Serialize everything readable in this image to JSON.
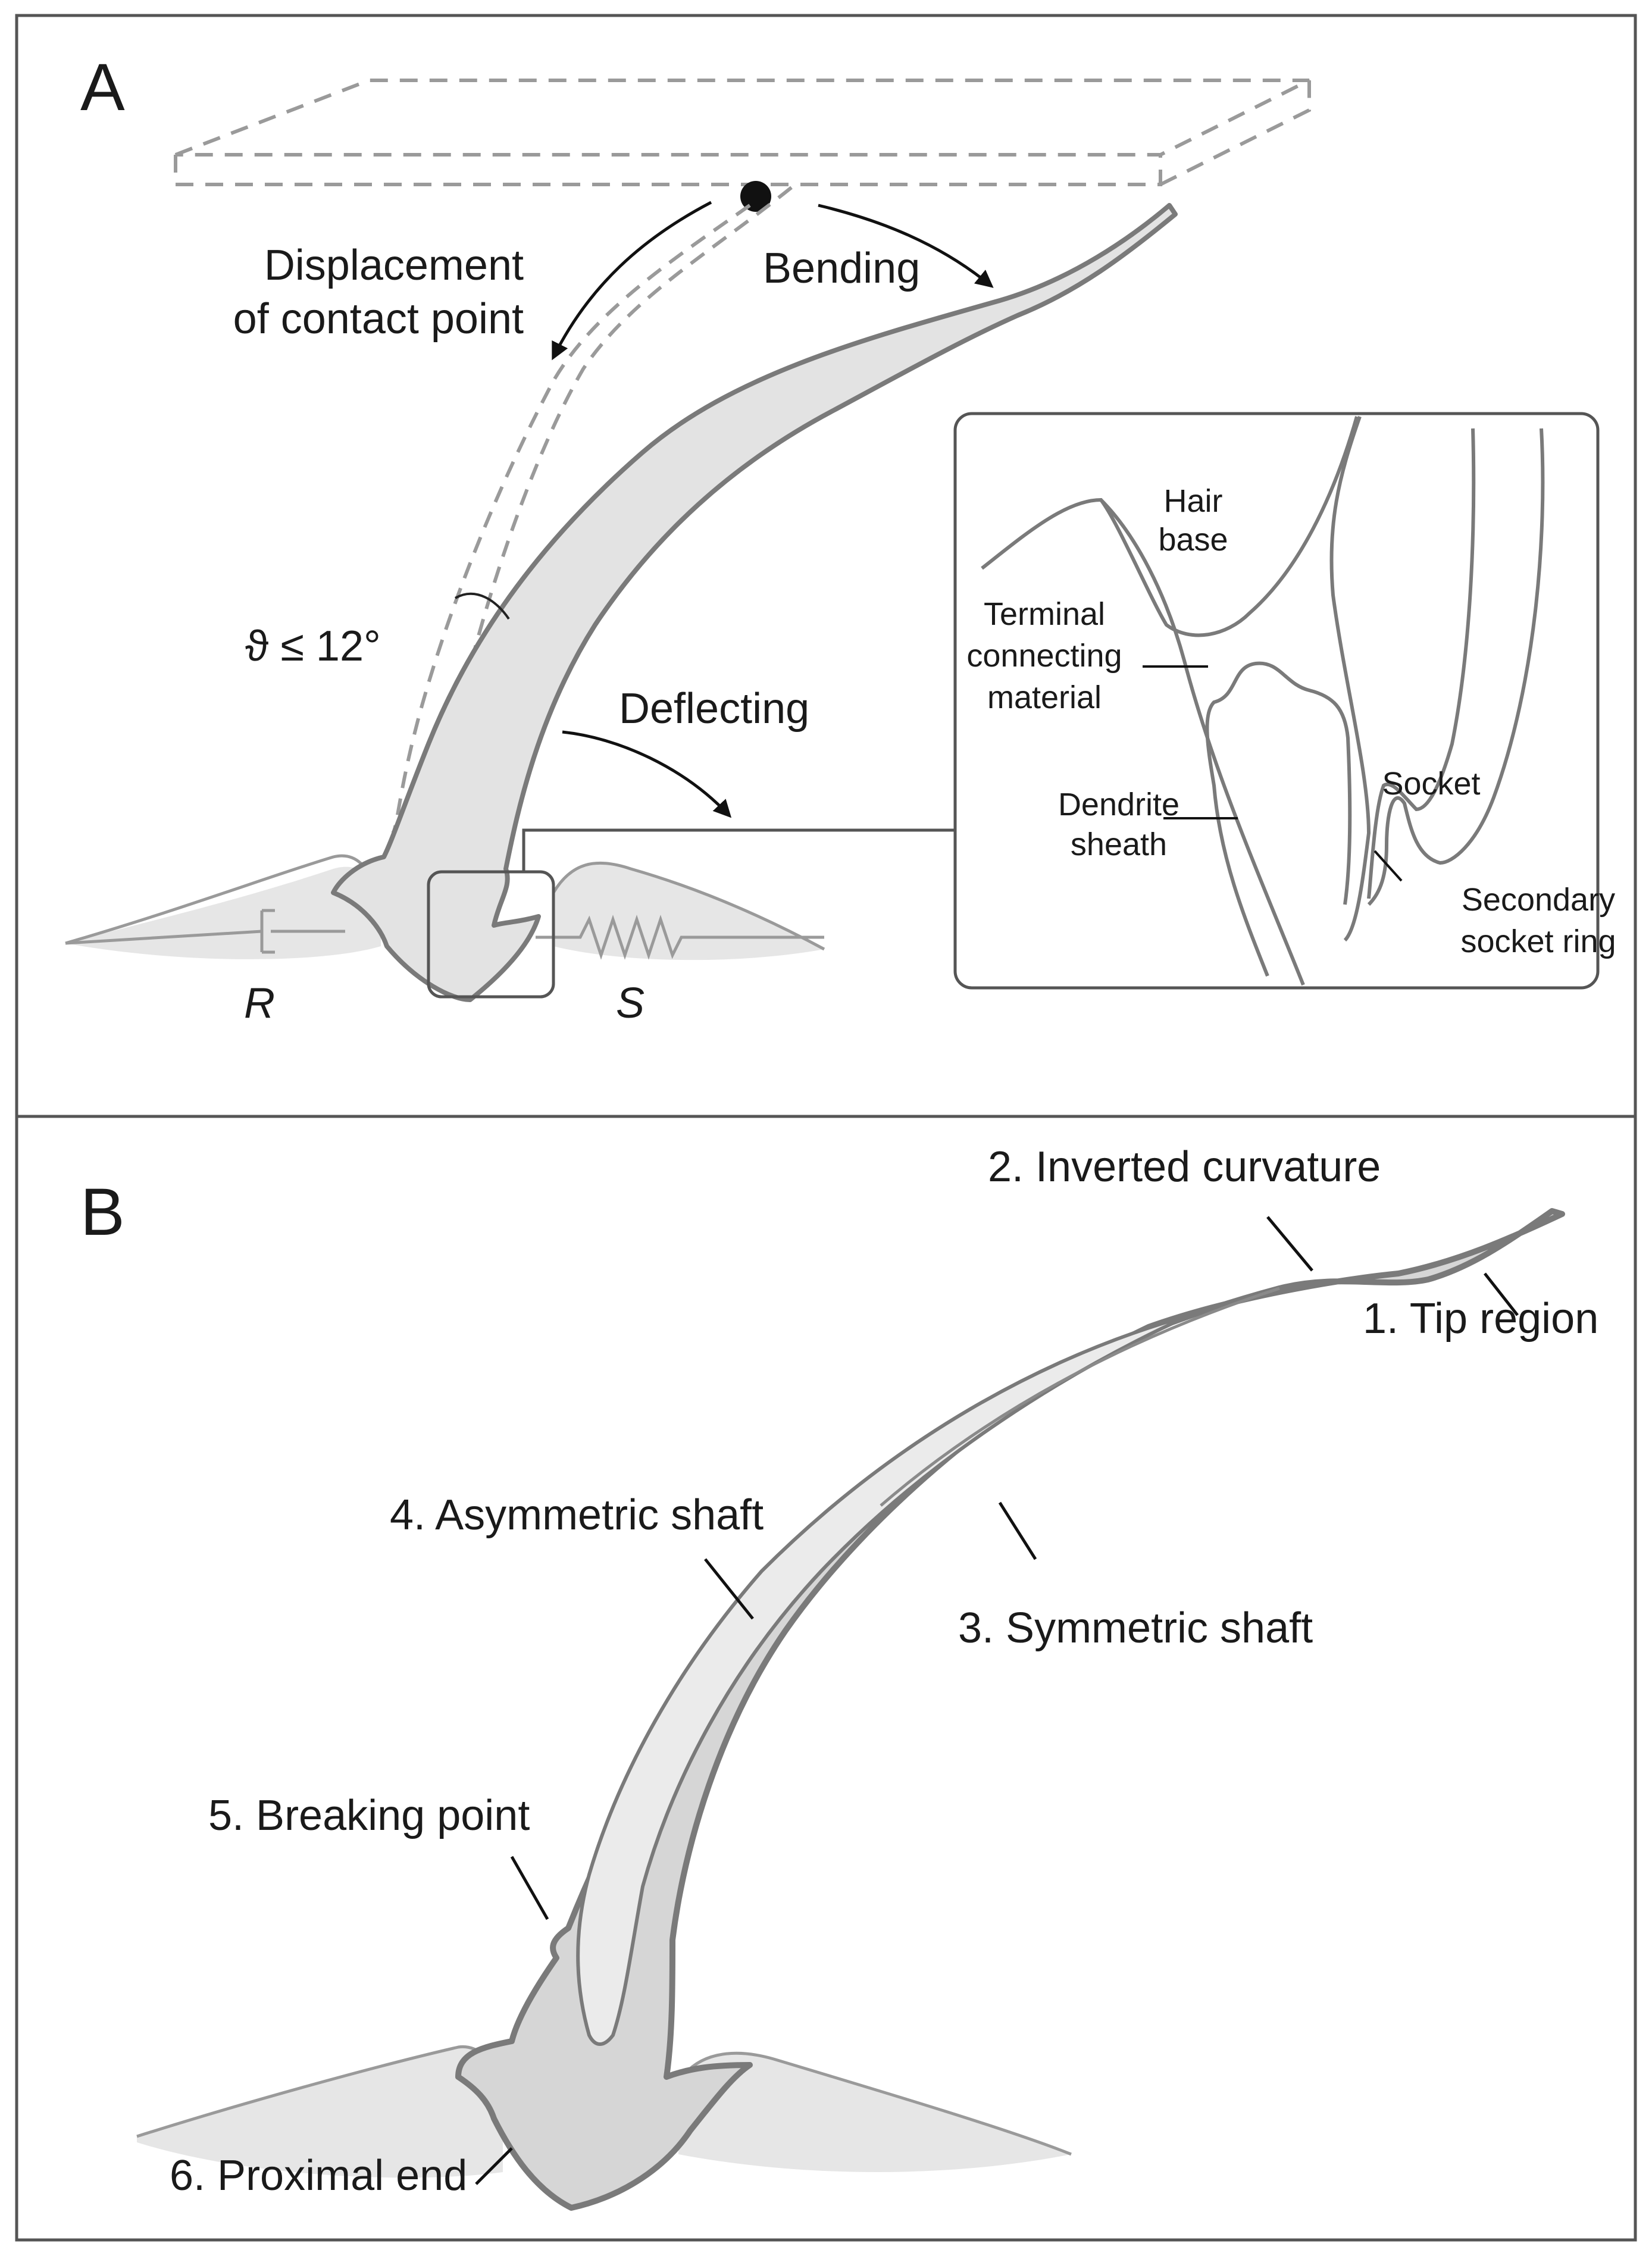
{
  "panel_a": {
    "letter": "A",
    "labels": {
      "displacement_line1": "Displacement",
      "displacement_line2": "of contact point",
      "bending": "Bending",
      "angle": "ϑ ≤ 12°",
      "deflecting": "Deflecting",
      "r": "R",
      "s": "S"
    },
    "inset": {
      "hair_base_line1": "Hair",
      "hair_base_line2": "base",
      "terminal_line1": "Terminal",
      "terminal_line2": "connecting",
      "terminal_line3": "material",
      "dendrite_line1": "Dendrite",
      "dendrite_line2": "sheath",
      "socket": "Socket",
      "secondary_line1": "Secondary",
      "secondary_line2": "socket ring"
    }
  },
  "panel_b": {
    "letter": "B",
    "labels": {
      "inverted_curvature": "2. Inverted curvature",
      "tip_region": "1. Tip region",
      "asymmetric_shaft": "4. Asymmetric shaft",
      "symmetric_shaft": "3. Symmetric shaft",
      "breaking_point": "5. Breaking point",
      "proximal_end": "6. Proximal end"
    }
  },
  "colors": {
    "outline": "#7a7a7a",
    "fill": "#e3e3e3",
    "fill_dark": "#d6d6d6",
    "dashed": "#9a9a9a"
  }
}
